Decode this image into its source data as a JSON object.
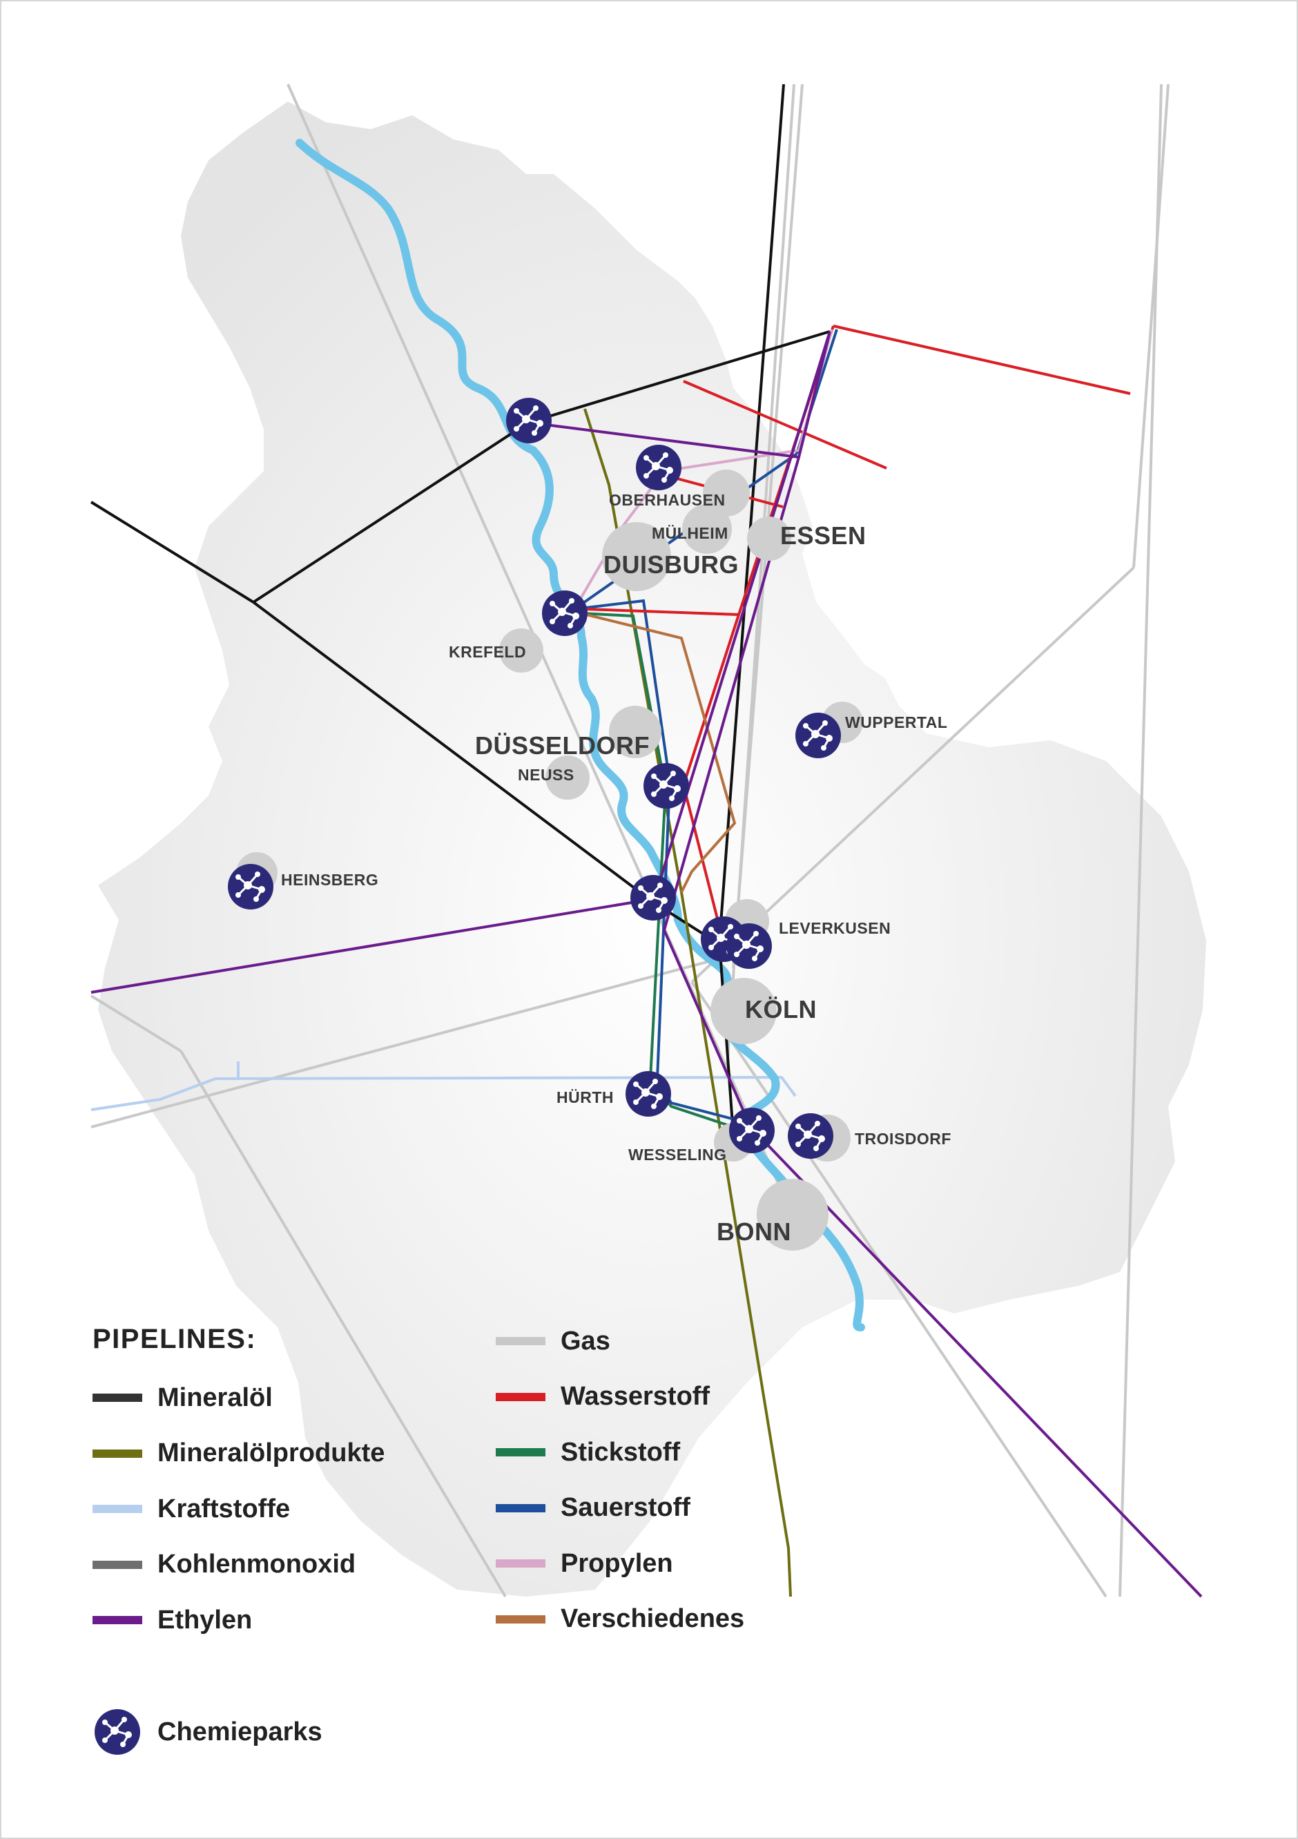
{
  "legend": {
    "title": "PIPELINES:",
    "items": [
      {
        "label": "Mineralöl",
        "color": "#333333"
      },
      {
        "label": "Mineralölprodukte",
        "color": "#6e6e12"
      },
      {
        "label": "Kraftstoffe",
        "color": "#b7cfee"
      },
      {
        "label": "Kohlenmonoxid",
        "color": "#6e6e6e"
      },
      {
        "label": "Ethylen",
        "color": "#6a1b8c"
      },
      {
        "label": "Gas",
        "color": "#c8c8c8"
      },
      {
        "label": "Wasserstoff",
        "color": "#d91f26"
      },
      {
        "label": "Stickstoff",
        "color": "#1f7a4e"
      },
      {
        "label": "Sauerstoff",
        "color": "#1d4f9c"
      },
      {
        "label": "Propylen",
        "color": "#d9a8c9"
      },
      {
        "label": "Verschiedenes",
        "color": "#b5703f"
      }
    ],
    "chemieparks_label": "Chemieparks"
  },
  "cities": {
    "oberhausen": "OBERHAUSEN",
    "muelheim": "MÜLHEIM",
    "essen": "ESSEN",
    "duisburg": "DUISBURG",
    "krefeld": "KREFELD",
    "wuppertal": "WUPPERTAL",
    "duesseldorf": "DÜSSELDORF",
    "neuss": "NEUSS",
    "heinsberg": "HEINSBERG",
    "leverkusen": "LEVERKUSEN",
    "koeln": "KÖLN",
    "huerth": "HÜRTH",
    "wesseling": "WESSELING",
    "troisdorf": "TROISDORF",
    "bonn": "BONN"
  },
  "colors": {
    "region_fill": "#ececec",
    "river": "#6dc4e8",
    "city_circle": "#cfcfcf",
    "chemiepark": "#2c2a78"
  }
}
